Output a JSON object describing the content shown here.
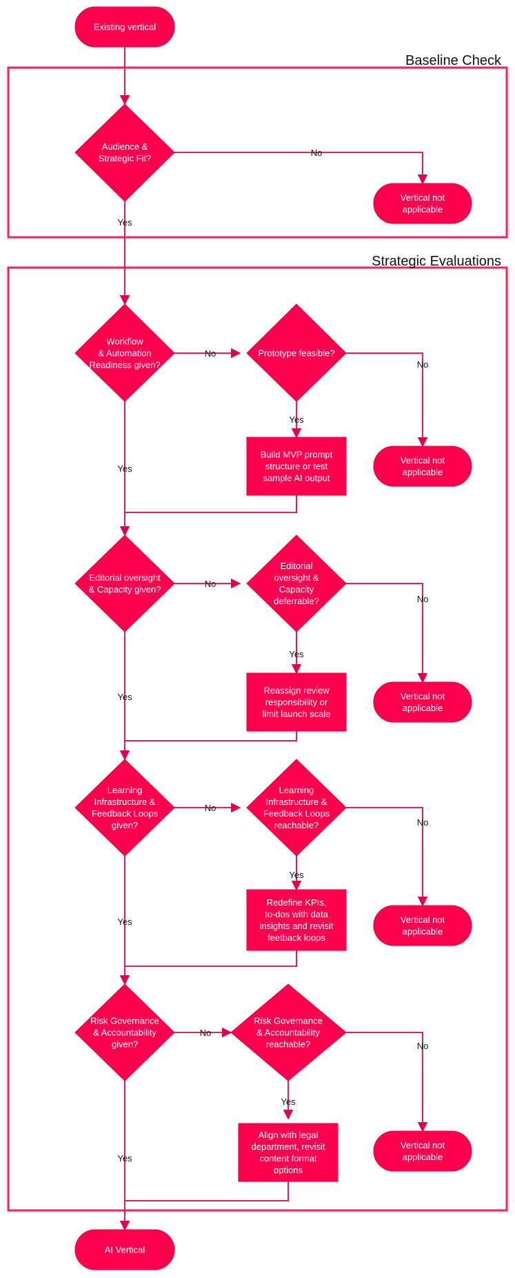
{
  "colors": {
    "node_fill": "#ff0050",
    "node_stroke": "#e0003a",
    "edge": "#e0004e",
    "frame": "#ff1f55"
  },
  "groups": {
    "baseline_title": "Baseline Check",
    "strategic_title": "Strategic Evaluations"
  },
  "nodes": {
    "start": "Existing vertical",
    "baseline_decision": "Audience &|Strategic Fit?",
    "baseline_na": "Vertical not|applicable",
    "workflow_decision": "Workflow|& Automation|Readiness given?",
    "prototype_decision": "Prototype feasible?",
    "mvp_action": "Build MVP prompt|structure or test|sample AI output",
    "workflow_na": "Vertical not|applicable",
    "editorial_decision": "Editorial oversight|& Capacity given?",
    "editorial_defer_decision": "Editorial|oversight &|Capacity|deferrable?",
    "reassign_action": "Reassign review|responsibility or|limit launch scale",
    "editorial_na": "Vertical not|applicable",
    "learning_decision": "Learning|Infrastructure &|Feedback Loops|given?",
    "learning_reach_decision": "Learning|Infrastructure &|Feedback Loops|reachable?",
    "kpi_action": "Redefine KPIs,|to-dos with data|insights and revisit|feetback loops",
    "learning_na": "Vertical not|applicable",
    "risk_decision": "Risk Governance|& Accountability|given?",
    "risk_reach_decision": "Risk Governance|& Accountability|reachable?",
    "legal_action": "Align with legal|department, revisit|content format|options",
    "risk_na": "Vertical not|applicable",
    "end": "AI Vertical"
  },
  "edges": {
    "baseline_no": "No",
    "baseline_yes": "Yes",
    "workflow_no": "No",
    "prototype_no": "No",
    "prototype_yes": "Yes",
    "workflow_yes": "Yes",
    "editorial_no": "No",
    "editorial_defer_no": "No",
    "editorial_defer_yes": "Yes",
    "editorial_yes": "Yes",
    "learning_no": "No",
    "learning_reach_no": "No",
    "learning_reach_yes": "Yes",
    "learning_yes": "Yes",
    "risk_no": "No",
    "risk_reach_no": "No",
    "risk_reach_yes": "Yes",
    "risk_yes": "Yes"
  }
}
